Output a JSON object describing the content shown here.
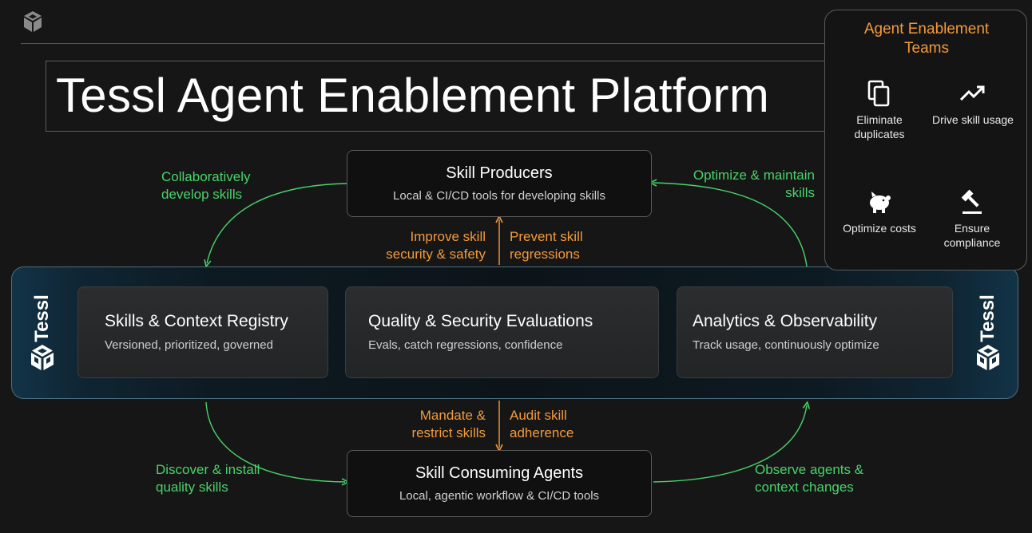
{
  "page": {
    "title": "Tessl Agent Enablement Platform"
  },
  "nodes": {
    "producers": {
      "title": "Skill Producers",
      "subtitle": "Local & CI/CD tools for developing skills"
    },
    "consumers": {
      "title": "Skill Consuming Agents",
      "subtitle": "Local, agentic workflow & CI/CD tools"
    }
  },
  "flows": {
    "top_left": "Collaboratively\ndevelop skills",
    "top_right": "Optimize & maintain\nskills",
    "bottom_left": "Discover & install\nquality skills",
    "bottom_right": "Observe agents &\ncontext changes"
  },
  "actions": {
    "up_left": "Improve skill\nsecurity & safety",
    "up_right": "Prevent skill\nregressions",
    "down_left": "Mandate &\nrestrict skills",
    "down_right": "Audit skill\nadherence"
  },
  "platform": {
    "brand": "Tessl",
    "modules": [
      {
        "title": "Skills & Context Registry",
        "subtitle": "Versioned, prioritized, governed"
      },
      {
        "title": "Quality & Security Evaluations",
        "subtitle": "Evals, catch regressions, confidence"
      },
      {
        "title": "Analytics & Observability",
        "subtitle": "Track usage, continuously optimize"
      }
    ]
  },
  "teams": {
    "title": "Agent Enablement\nTeams",
    "benefits": [
      {
        "icon": "copy-icon",
        "label": "Eliminate\nduplicates"
      },
      {
        "icon": "trending-up-icon",
        "label": "Drive skill usage"
      },
      {
        "icon": "piggy-bank-icon",
        "label": "Optimize costs"
      },
      {
        "icon": "gavel-icon",
        "label": "Ensure\ncompliance"
      }
    ]
  },
  "colors": {
    "green": "#49d36a",
    "orange": "#f39a3a",
    "band_border": "#4c6e80"
  }
}
